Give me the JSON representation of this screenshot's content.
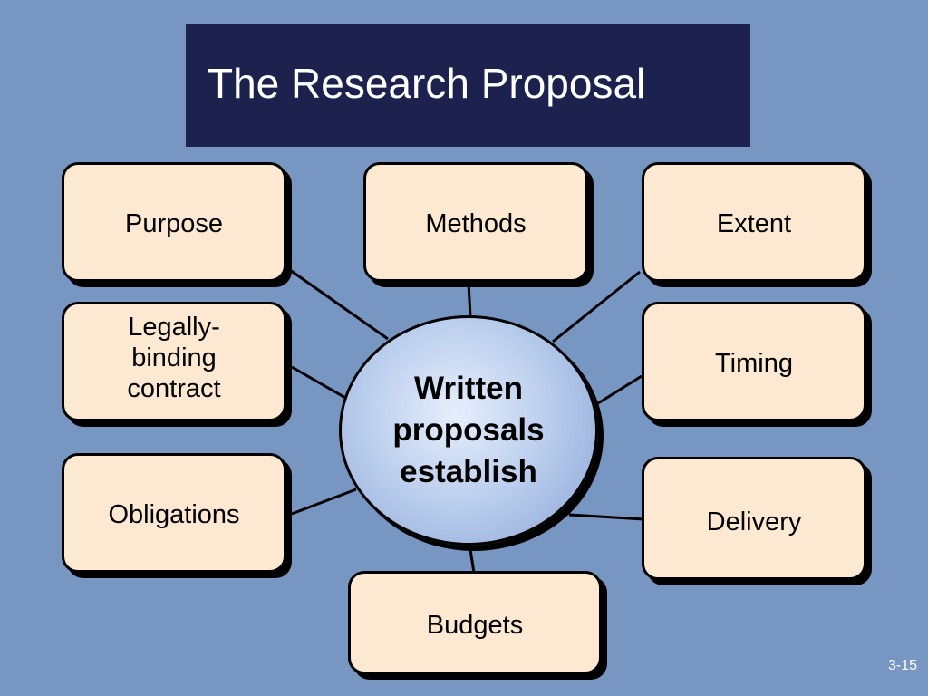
{
  "title": "The Research Proposal",
  "center": "Written proposals establish",
  "nodes": {
    "purpose": "Purpose",
    "methods": "Methods",
    "extent": "Extent",
    "legally_binding": "Legally-binding contract",
    "timing": "Timing",
    "obligations": "Obligations",
    "delivery": "Delivery",
    "budgets": "Budgets"
  },
  "slide_number": "3-15",
  "colors": {
    "background": "#7896c2",
    "title_box": "#1c224d",
    "node_fill": "#fde8d2",
    "center_fill": "#bdd0ee"
  }
}
